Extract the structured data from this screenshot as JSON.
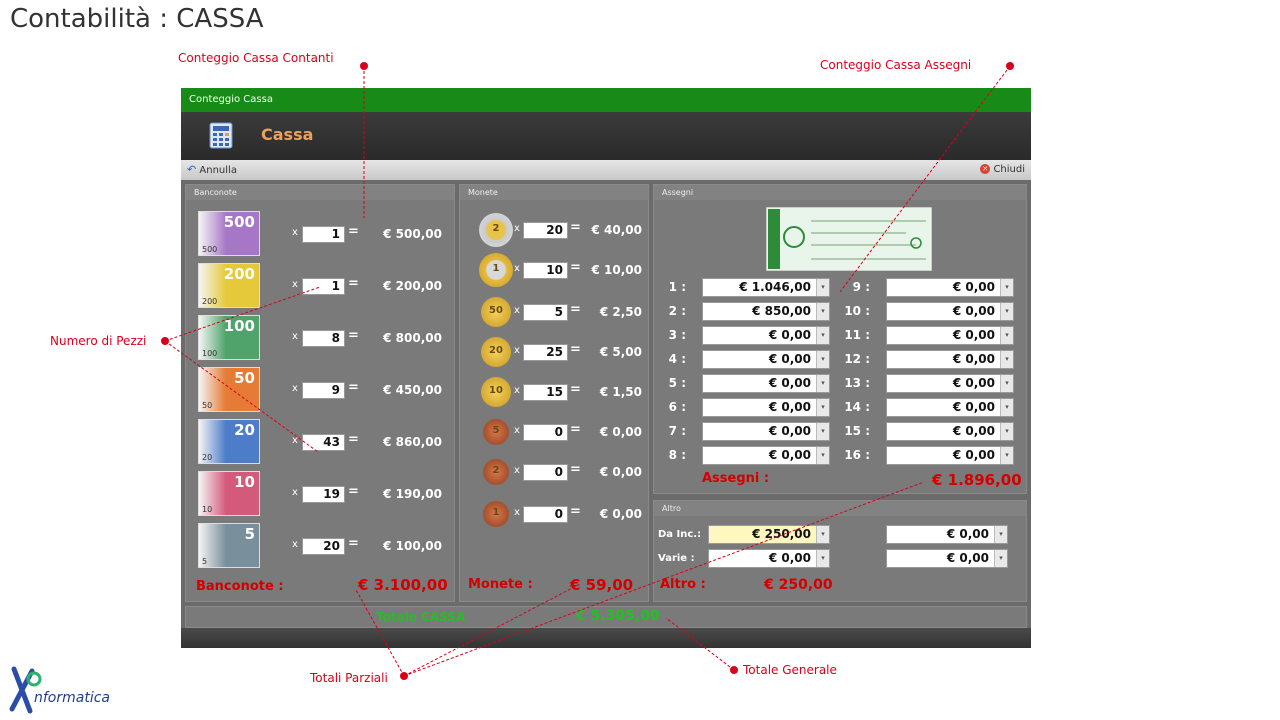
{
  "slide": {
    "title": "Contabilità : CASSA"
  },
  "callouts": {
    "contanti": "Conteggio Cassa Contanti",
    "assegni": "Conteggio Cassa Assegni",
    "pezzi": "Numero di Pezzi",
    "parziali": "Totali Parziali",
    "generale": "Totale Generale"
  },
  "window": {
    "title": "Conteggio Cassa",
    "header_title": "Cassa",
    "toolbar": {
      "annulla": "Annulla",
      "chiudi": "Chiudi"
    }
  },
  "banconote": {
    "header": "Banconote",
    "rows": [
      {
        "denom": "500",
        "qty": "1",
        "value": "€ 500,00"
      },
      {
        "denom": "200",
        "qty": "1",
        "value": "€ 200,00"
      },
      {
        "denom": "100",
        "qty": "8",
        "value": "€ 800,00"
      },
      {
        "denom": "50",
        "qty": "9",
        "value": "€ 450,00"
      },
      {
        "denom": "20",
        "qty": "43",
        "value": "€ 860,00"
      },
      {
        "denom": "10",
        "qty": "19",
        "value": "€ 190,00"
      },
      {
        "denom": "5",
        "qty": "20",
        "value": "€ 100,00"
      }
    ],
    "total_label": "Banconote :",
    "total_value": "€ 3.100,00"
  },
  "monete": {
    "header": "Monete",
    "rows": [
      {
        "denom": "2",
        "qty": "20",
        "value": "€ 40,00"
      },
      {
        "denom": "1",
        "qty": "10",
        "value": "€ 10,00"
      },
      {
        "denom": "50",
        "qty": "5",
        "value": "€ 2,50"
      },
      {
        "denom": "20",
        "qty": "25",
        "value": "€ 5,00"
      },
      {
        "denom": "10",
        "qty": "15",
        "value": "€ 1,50"
      },
      {
        "denom": "5",
        "qty": "0",
        "value": "€ 0,00"
      },
      {
        "denom": "2",
        "qty": "0",
        "value": "€ 0,00"
      },
      {
        "denom": "1",
        "qty": "0",
        "value": "€ 0,00"
      }
    ],
    "total_label": "Monete :",
    "total_value": "€ 59,00"
  },
  "assegni": {
    "header": "Assegni",
    "left": [
      {
        "label": "1 :",
        "value": "€ 1.046,00"
      },
      {
        "label": "2 :",
        "value": "€ 850,00"
      },
      {
        "label": "3 :",
        "value": "€ 0,00"
      },
      {
        "label": "4 :",
        "value": "€ 0,00"
      },
      {
        "label": "5 :",
        "value": "€ 0,00"
      },
      {
        "label": "6 :",
        "value": "€ 0,00"
      },
      {
        "label": "7 :",
        "value": "€ 0,00"
      },
      {
        "label": "8 :",
        "value": "€ 0,00"
      }
    ],
    "right": [
      {
        "label": "9 :",
        "value": "€ 0,00"
      },
      {
        "label": "10 :",
        "value": "€ 0,00"
      },
      {
        "label": "11 :",
        "value": "€ 0,00"
      },
      {
        "label": "12 :",
        "value": "€ 0,00"
      },
      {
        "label": "13 :",
        "value": "€ 0,00"
      },
      {
        "label": "14 :",
        "value": "€ 0,00"
      },
      {
        "label": "15 :",
        "value": "€ 0,00"
      },
      {
        "label": "16 :",
        "value": "€ 0,00"
      }
    ],
    "total_label": "Assegni :",
    "total_value": "€ 1.896,00"
  },
  "altro": {
    "header": "Altro",
    "da_inc_label": "Da Inc.:",
    "da_inc_value": "€ 250,00",
    "varie_label": "Varie :",
    "varie_value": "€ 0,00",
    "extra1": "€ 0,00",
    "extra2": "€ 0,00",
    "total_label": "Altro :",
    "total_value": "€ 250,00"
  },
  "totale": {
    "label": "Totale CASSA",
    "value": "€ 5.305,00"
  },
  "logo": {
    "text": "nformatica"
  },
  "colors": {
    "titlebar": "#178a17",
    "accent_red": "#d40000",
    "total_green": "#22c022",
    "highlight": "#fff7c0"
  }
}
